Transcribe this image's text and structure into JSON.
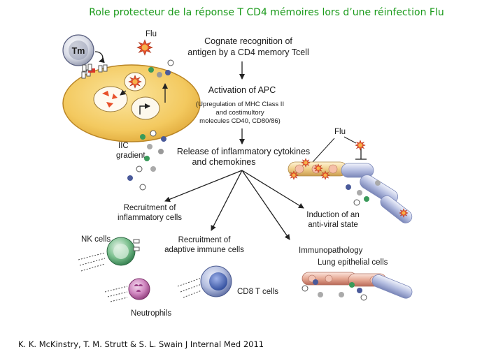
{
  "title": "Role protecteur de la réponse T CD4 mémoires lors d’une réinfection Flu",
  "citation": "K. K. McKinstry, T. M. Strutt & S. L. Swain J Internal Med 2011",
  "labels": {
    "tm": "Tm",
    "flu_top": "Flu",
    "flu_right": "Flu",
    "cognate_1": "Cognate recognition of",
    "cognate_2": "antigen by a CD4 memory Tcell",
    "activation": "Activation of APC",
    "upreg_1": "(Upregulation of MHC Class II",
    "upreg_2": "and costimultory",
    "upreg_3": "molecules CD40, CD80/86)",
    "iic_1": "IIC",
    "iic_2": "gradient",
    "release_1": "Release of inflammatory cytokines",
    "release_2": "and chemokines",
    "recruit_infl_1": "Recruitment of",
    "recruit_infl_2": "inflammatory cells",
    "recruit_adapt_1": "Recruitment of",
    "recruit_adapt_2": "adaptive immune cells",
    "induction_1": "Induction of an",
    "induction_2": "anti-viral state",
    "nk": "NK cells",
    "neutrophils": "Neutrophils",
    "cd8": "CD8 T cells",
    "immunopathology": "Immunopathology",
    "lung": "Lung epithelial cells"
  },
  "colors": {
    "title": "#1a9a1a",
    "apc_fill": "#f3c95f",
    "flu_virus": "#e8502a",
    "nk_cell": "#4aa36b",
    "neutrophil": "#b4519a",
    "cd8_cell": "#4a6ab8"
  }
}
